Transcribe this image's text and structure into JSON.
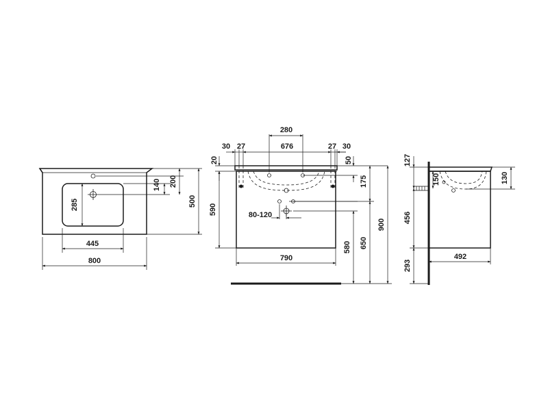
{
  "top_view": {
    "dims": {
      "overall_width": "800",
      "overall_depth": "500",
      "bowl_width": "445",
      "bowl_depth": "285",
      "tap_to_bowl": "140",
      "tap_offset": "200"
    }
  },
  "front_view": {
    "dims": {
      "tap_spacing": "280",
      "left_edge_outer": "30",
      "left_edge_inner": "27",
      "inner_span": "676",
      "right_edge_inner": "27",
      "right_edge_outer": "30",
      "top_thickness": "20",
      "bowl_top_offset": "50",
      "waste_height": "175",
      "cabinet_height": "590",
      "drain_range": "80-120",
      "total_height": "900",
      "height_650": "650",
      "height_580": "580",
      "cabinet_width": "790"
    }
  },
  "side_view": {
    "dims": {
      "top_depth": "127",
      "overflow_height": "150",
      "bowl_height": "130",
      "cabinet_height": "456",
      "floor_gap": "293",
      "cabinet_depth": "492"
    }
  }
}
